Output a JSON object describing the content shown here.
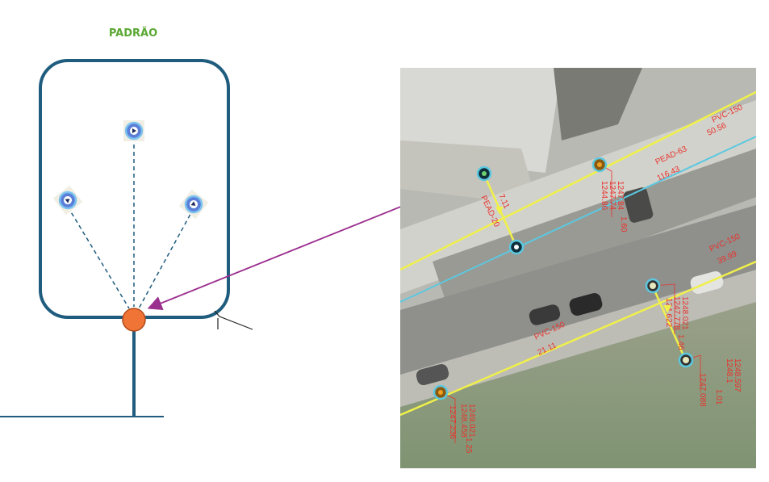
{
  "title": "PADRÃO",
  "colors": {
    "title": "#5aa832",
    "box_stroke": "#1f5c7e",
    "connection_node": "#f07436",
    "arrow": "#9b2f8e",
    "main_pipe": "#f0f04a",
    "secondary_pipe": "#5bc8e0",
    "label": "#e8332c"
  },
  "icons": {
    "meter_top": "water-meter-icon",
    "meter_left": "water-meter-icon",
    "meter_right": "water-meter-icon",
    "connection_node": "connection-node-icon"
  },
  "map": {
    "pipes": {
      "upper_main_material": "PVC-150",
      "upper_main_length": "50.56",
      "secondary_material": "PEAD-63",
      "secondary_length": "116.43",
      "lower_main_material": "PVC-150",
      "lower_main_length": "39.99",
      "bottom_material": "PVC-150",
      "bottom_length": "21.11",
      "branch_material": "PEAD-20",
      "branch_length": "7.11"
    },
    "nodes": {
      "top_node_a": "1247.84",
      "top_node_b": "1247.74",
      "top_node_c": "1244.86",
      "top_node_d": "1.60",
      "mid_node_a": "1248.021",
      "mid_node_b": "1247.778",
      "mid_node_c": "1.46",
      "mid_node_d": "124.622",
      "right_node_a": "1248.597",
      "right_node_b": "1248.1",
      "right_node_c": "1247.088",
      "right_node_d": "1.01",
      "bottom_node_a": "1249.021",
      "bottom_node_b": "1248.458",
      "bottom_node_c": "1247.236",
      "bottom_node_d": "1.25"
    }
  }
}
